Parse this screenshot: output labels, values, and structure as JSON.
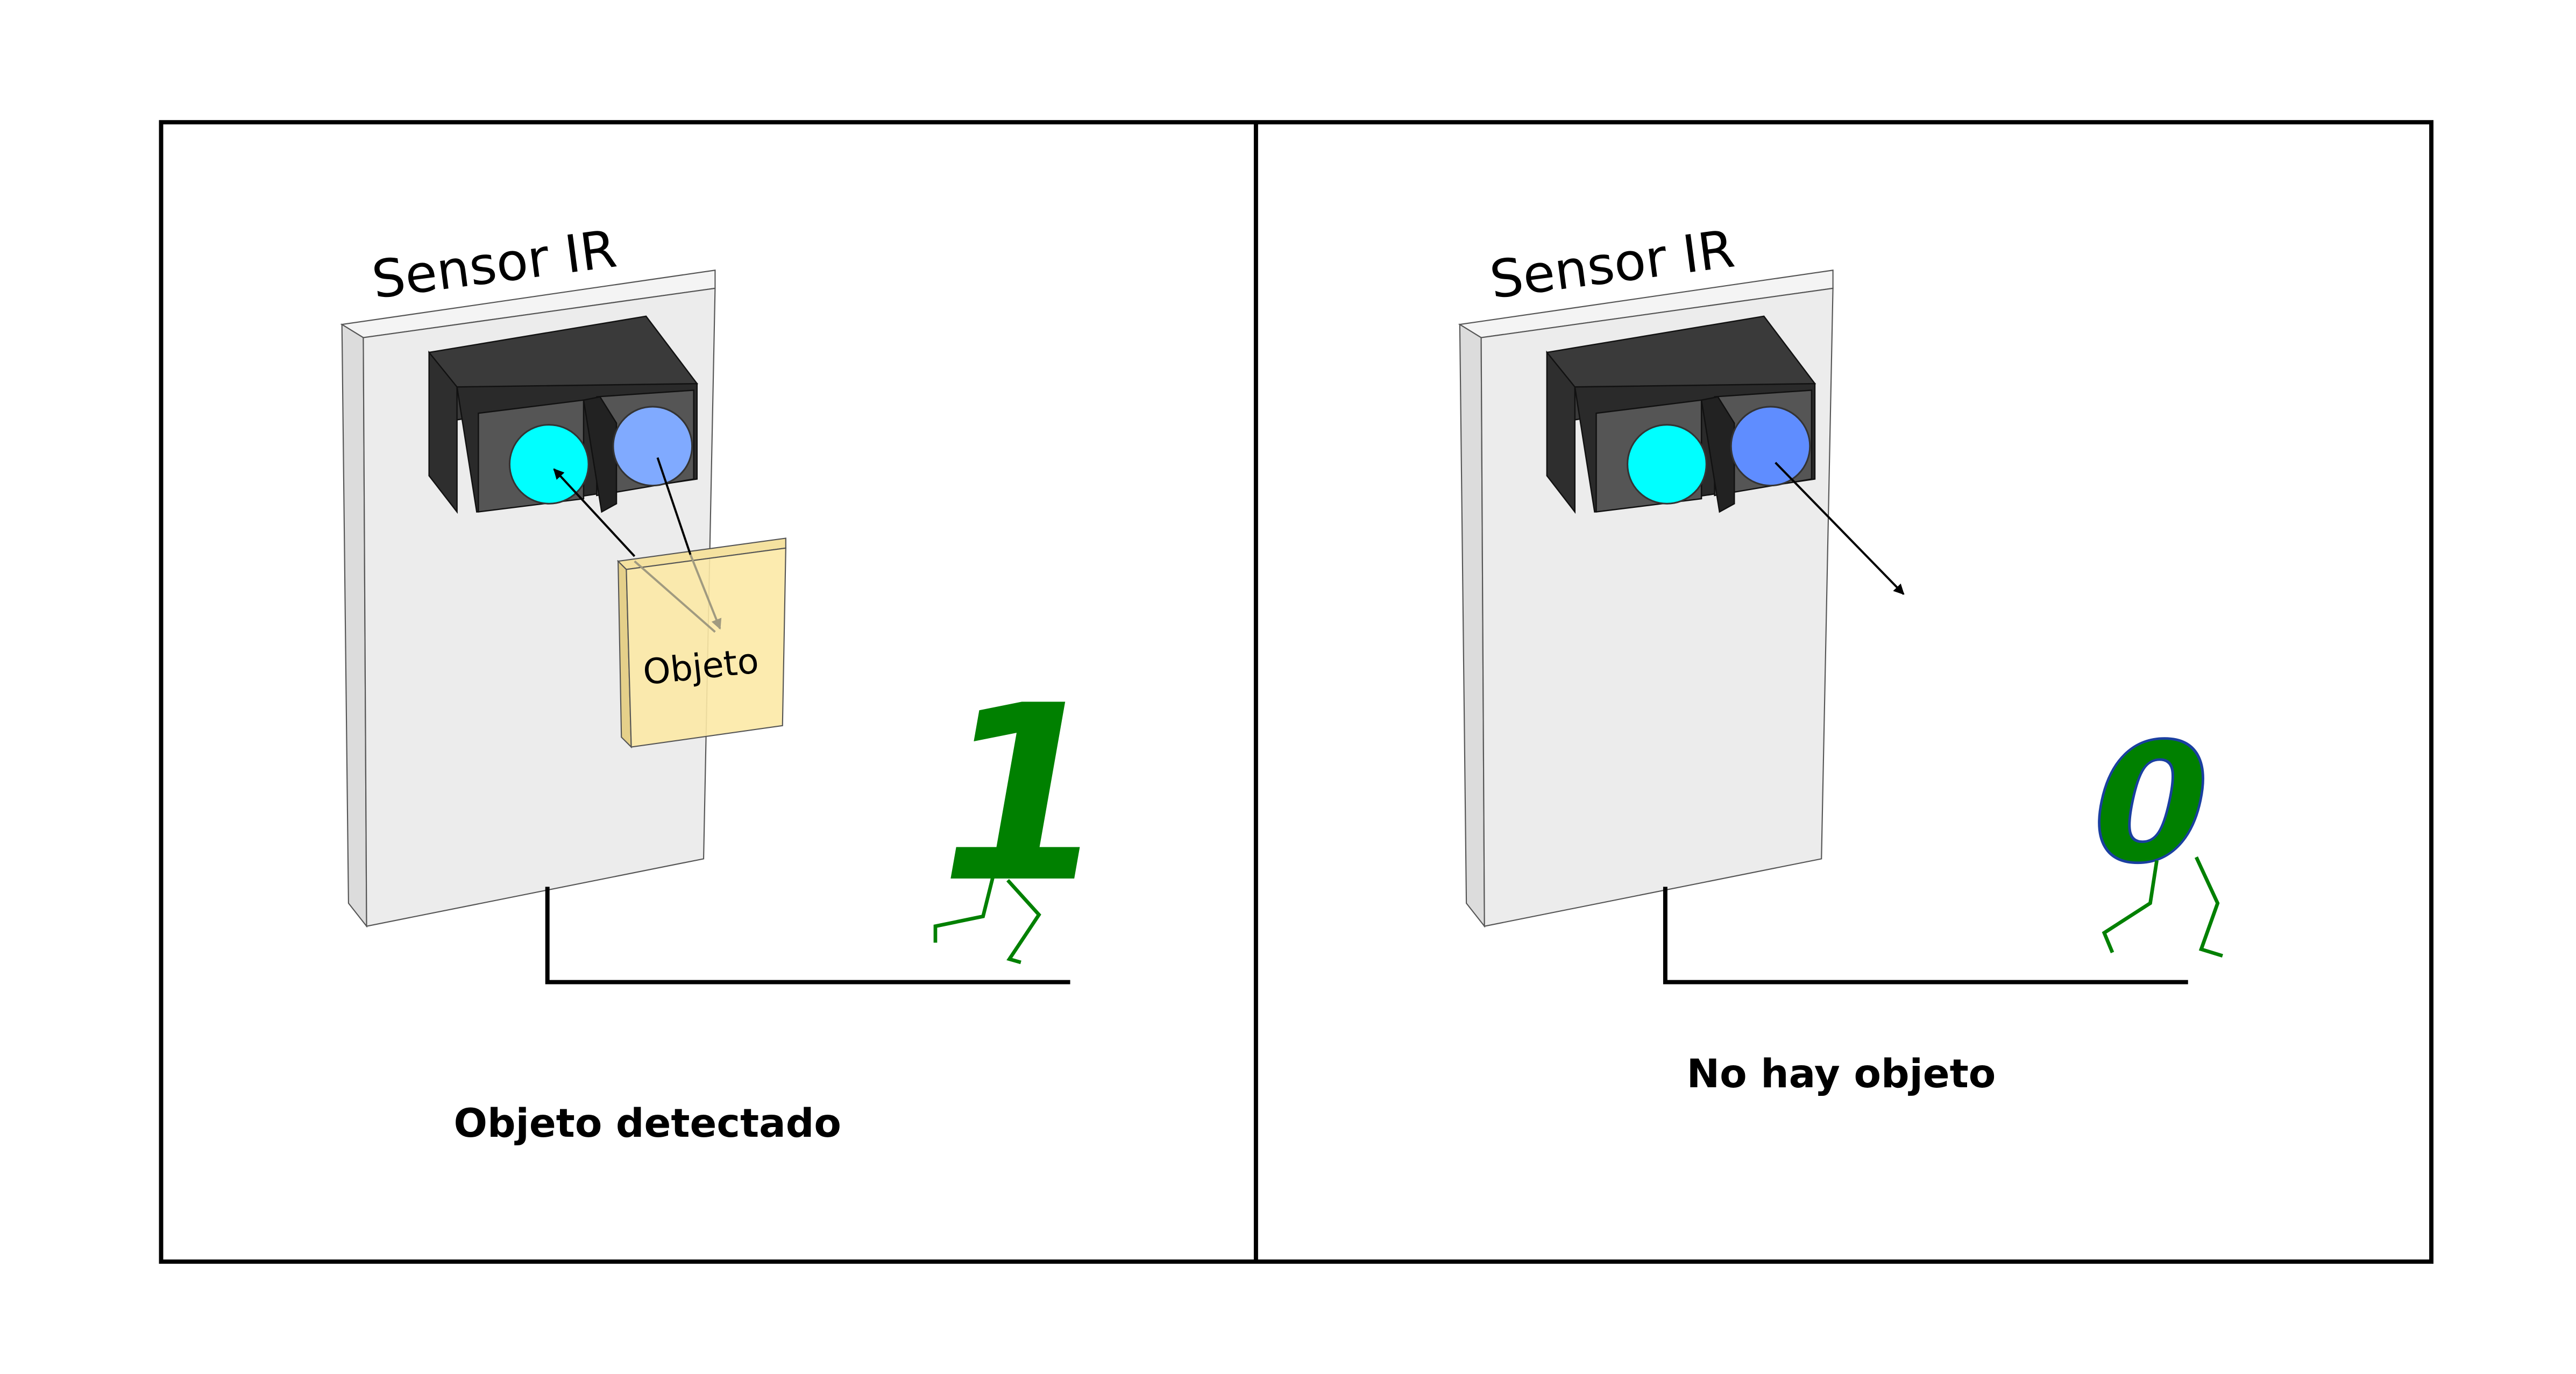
{
  "panels": [
    {
      "sensor_label": "Sensor IR",
      "object_label": "Objeto",
      "digit": "1",
      "caption": "Objeto detectado"
    },
    {
      "sensor_label": "Sensor IR",
      "digit": "0",
      "caption": "No hay objeto"
    }
  ],
  "colors": {
    "board": "#ececec",
    "sensor_body": "#333333",
    "sensor_face": "#555555",
    "receiver_led": "#00ffff",
    "emitter_led_left": "#80aaff",
    "emitter_led_right": "#5f8dff",
    "object": "#fce9a6",
    "digit": "#008000"
  }
}
